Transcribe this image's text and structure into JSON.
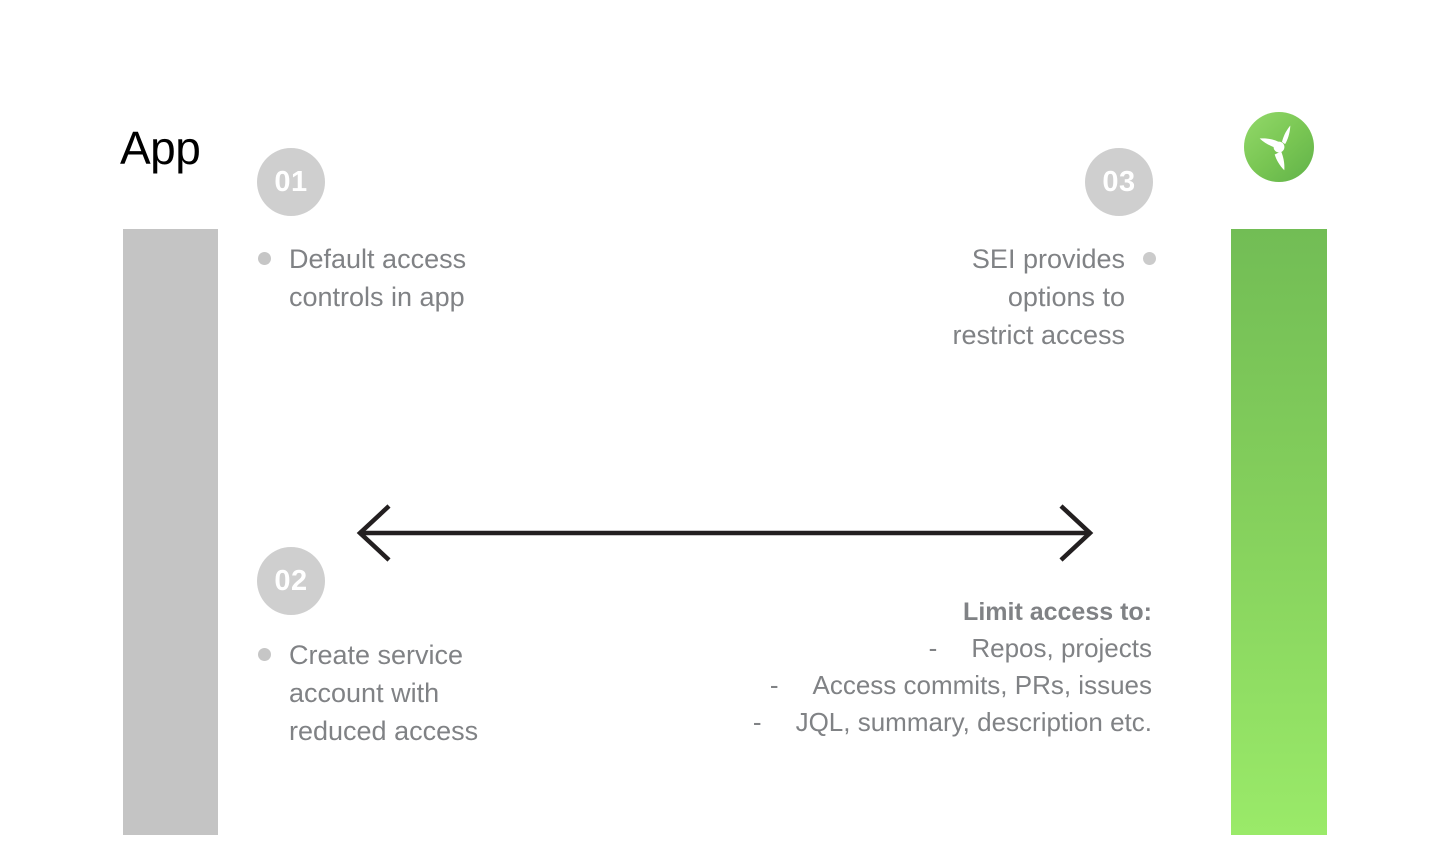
{
  "page": {
    "title": "App",
    "background": "#ffffff"
  },
  "colors": {
    "gray_bar": "#c4c4c4",
    "green_top": "#72bd55",
    "green_bottom": "#9aea69",
    "badge_bg": "#cfcfcf",
    "badge_text": "#ffffff",
    "body_text": "#808285",
    "title_text": "#000000",
    "arrow": "#231f20",
    "bullet_dot": "#c6c6c6",
    "logo_green": "#7dc855"
  },
  "bars": {
    "left": {
      "name": "app-column",
      "color": "#c4c4c4"
    },
    "right": {
      "name": "sei-column",
      "color_top": "#72bd55",
      "color_bottom": "#9aea69"
    }
  },
  "logo": {
    "icon": "harness-propeller-logo",
    "alt": "Harness logo"
  },
  "steps": [
    {
      "number": "01",
      "text": "Default access\ncontrols in app",
      "align": "left"
    },
    {
      "number": "02",
      "text": "Create service\naccount with\nreduced access",
      "align": "left"
    },
    {
      "number": "03",
      "text": "SEI provides\noptions to\nrestrict access",
      "align": "right"
    }
  ],
  "arrow": {
    "icon": "double-headed-arrow",
    "direction": "bidirectional"
  },
  "limit_access": {
    "heading": "Limit access to:",
    "dash": "-",
    "items": [
      "Repos, projects",
      "Access commits, PRs, issues",
      "JQL, summary, description etc."
    ]
  }
}
